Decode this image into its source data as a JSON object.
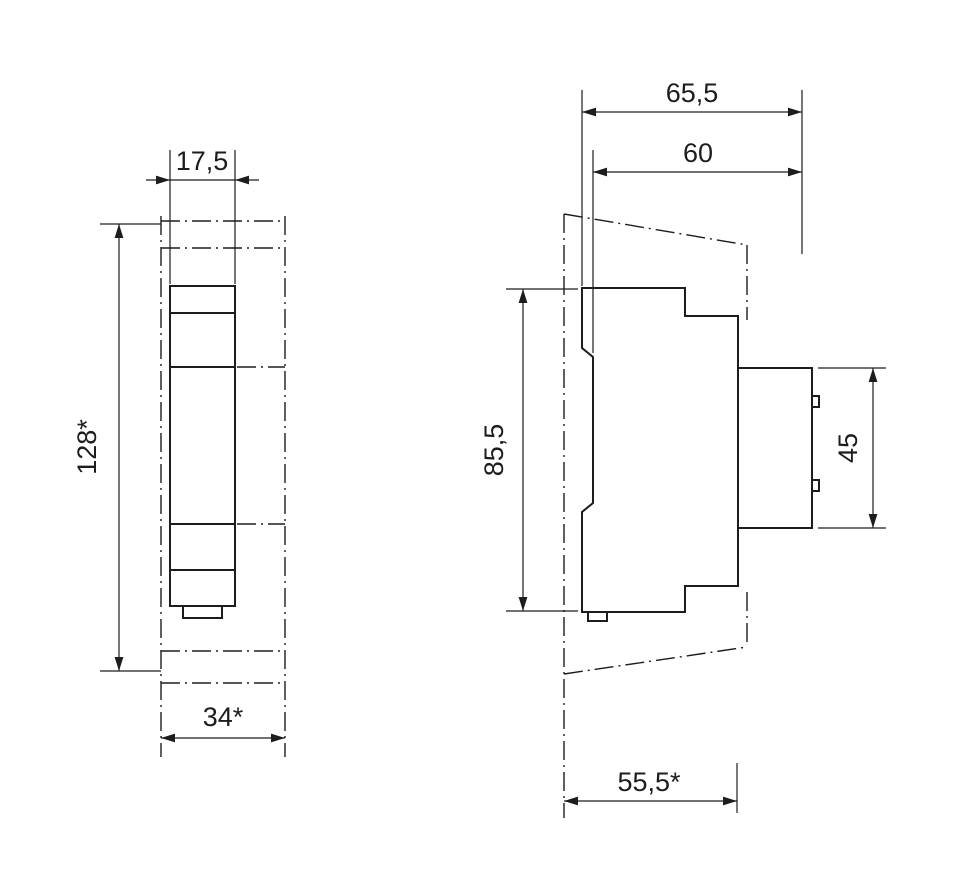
{
  "drawing": {
    "background": "#ffffff",
    "line_color": "#1d1d1b",
    "views": {
      "front": {
        "width_top": "17,5",
        "height": "128*",
        "width_bottom": "34*"
      },
      "side": {
        "depth_total": "65,5",
        "depth_inner": "60",
        "height_body": "85,5",
        "height_terminal": "45",
        "depth_bottom": "55,5*"
      }
    }
  }
}
